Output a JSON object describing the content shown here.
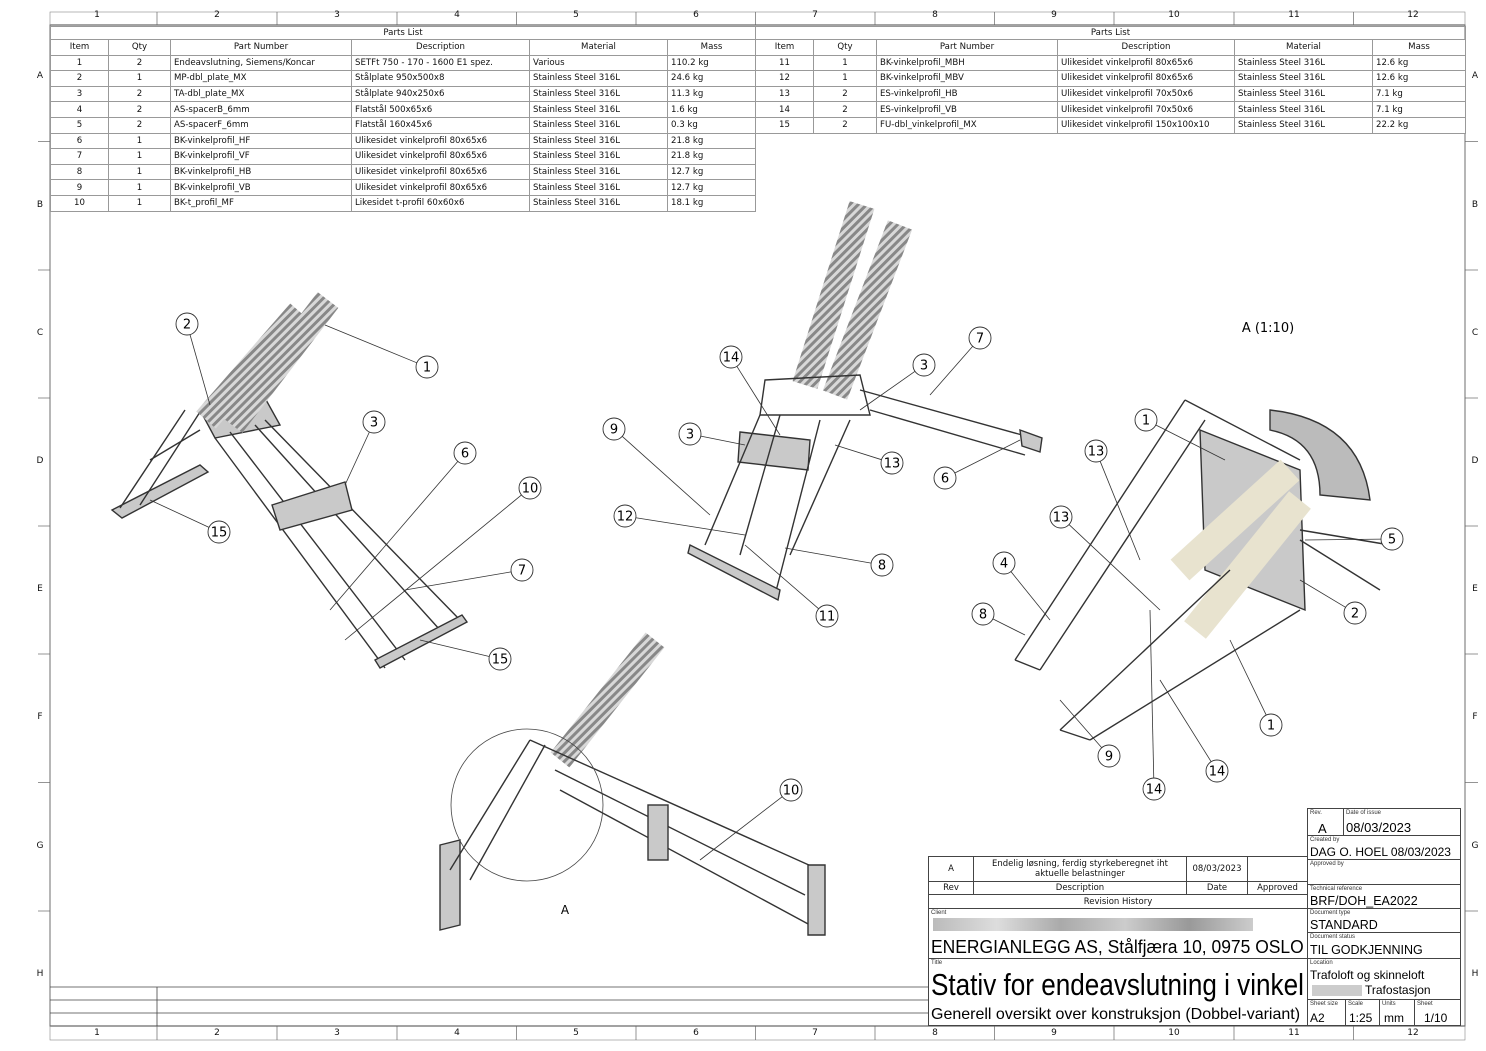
{
  "zones": {
    "columns": [
      "1",
      "2",
      "3",
      "4",
      "5",
      "6",
      "7",
      "8",
      "9",
      "10",
      "11",
      "12"
    ],
    "rows": [
      "A",
      "B",
      "C",
      "D",
      "E",
      "F",
      "G",
      "H"
    ]
  },
  "parts_list_left": {
    "title": "Parts List",
    "headers": [
      "Item",
      "Qty",
      "Part Number",
      "Description",
      "Material",
      "Mass"
    ],
    "rows": [
      [
        "1",
        "2",
        "Endeavslutning, Siemens/Koncar",
        "SETFt 750 - 170 - 1600 E1 spez.",
        "Various",
        "110.2 kg"
      ],
      [
        "2",
        "1",
        "MP-dbl_plate_MX",
        "Stålplate 950x500x8",
        "Stainless Steel 316L",
        "24.6 kg"
      ],
      [
        "3",
        "2",
        "TA-dbl_plate_MX",
        "Stålplate 940x250x6",
        "Stainless Steel 316L",
        "11.3 kg"
      ],
      [
        "4",
        "2",
        "AS-spacerB_6mm",
        "Flatstål 500x65x6",
        "Stainless Steel 316L",
        "1.6 kg"
      ],
      [
        "5",
        "2",
        "AS-spacerF_6mm",
        "Flatstål 160x45x6",
        "Stainless Steel 316L",
        "0.3 kg"
      ],
      [
        "6",
        "1",
        "BK-vinkelprofil_HF",
        "Ulikesidet vinkelprofil 80x65x6",
        "Stainless Steel 316L",
        "21.8 kg"
      ],
      [
        "7",
        "1",
        "BK-vinkelprofil_VF",
        "Ulikesidet vinkelprofil 80x65x6",
        "Stainless Steel 316L",
        "21.8 kg"
      ],
      [
        "8",
        "1",
        "BK-vinkelprofil_HB",
        "Ulikesidet vinkelprofil 80x65x6",
        "Stainless Steel 316L",
        "12.7 kg"
      ],
      [
        "9",
        "1",
        "BK-vinkelprofil_VB",
        "Ulikesidet vinkelprofil 80x65x6",
        "Stainless Steel 316L",
        "12.7 kg"
      ],
      [
        "10",
        "1",
        "BK-t_profil_MF",
        "Likesidet t-profil 60x60x6",
        "Stainless Steel 316L",
        "18.1 kg"
      ]
    ]
  },
  "parts_list_right": {
    "title": "Parts List",
    "headers": [
      "Item",
      "Qty",
      "Part Number",
      "Description",
      "Material",
      "Mass"
    ],
    "rows": [
      [
        "11",
        "1",
        "BK-vinkelprofil_MBH",
        "Ulikesidet vinkelprofil 80x65x6",
        "Stainless Steel 316L",
        "12.6 kg"
      ],
      [
        "12",
        "1",
        "BK-vinkelprofil_MBV",
        "Ulikesidet vinkelprofil 80x65x6",
        "Stainless Steel 316L",
        "12.6 kg"
      ],
      [
        "13",
        "2",
        "ES-vinkelprofil_HB",
        "Ulikesidet vinkelprofil 70x50x6",
        "Stainless Steel 316L",
        "7.1 kg"
      ],
      [
        "14",
        "2",
        "ES-vinkelprofil_VB",
        "Ulikesidet vinkelprofil 70x50x6",
        "Stainless Steel 316L",
        "7.1 kg"
      ],
      [
        "15",
        "2",
        "FU-dbl_vinkelprofil_MX",
        "Ulikesidet vinkelprofil 150x100x10",
        "Stainless Steel 316L",
        "22.2 kg"
      ]
    ]
  },
  "views": [
    {
      "balloons": [
        "2",
        "1",
        "3",
        "6",
        "10",
        "7",
        "15",
        "15"
      ]
    },
    {
      "balloons": [
        "14",
        "7",
        "3",
        "9",
        "3",
        "13",
        "6",
        "12",
        "8",
        "11"
      ]
    },
    {
      "balloons": [
        "1",
        "13",
        "13",
        "5",
        "4",
        "8",
        "2",
        "1",
        "9",
        "14",
        "14"
      ]
    },
    {
      "balloons": [
        "10"
      ],
      "detail_label": "A"
    }
  ],
  "detail_view_label": "A (1:10)",
  "revision_table": {
    "rows": [
      {
        "rev": "A",
        "description": "Endelig løsning, ferdig styrkeberegnet iht aktuelle belastninger",
        "date": "08/03/2023",
        "approved": ""
      }
    ],
    "headers": {
      "rev": "Rev",
      "description": "Description",
      "date": "Date",
      "approved": "Approved"
    },
    "caption": "Revision History"
  },
  "title_block": {
    "client_label": "Client",
    "client": "ENERGIANLEGG AS, Stålfjæra 10, 0975 OSLO",
    "title_label": "Title",
    "title": "Stativ for endeavslutning i vinkel",
    "subtitle": "Generell oversikt over konstruksjon (Dobbel-variant)",
    "rev_label": "Rev.",
    "rev": "A",
    "date_label": "Date of issue",
    "date": "08/03/2023",
    "created_label": "Created by",
    "created": "DAG O. HOEL  08/03/2023",
    "approved_label": "Approved by",
    "approved": "",
    "techref_label": "Technical reference",
    "techref": "BRF/DOH_EA2022",
    "doctype_label": "Document type",
    "doctype": "STANDARD",
    "docstatus_label": "Document status",
    "docstatus": "TIL GODKJENNING",
    "location_label": "Location",
    "location_1": "Trafoloft og skinneloft",
    "location_2": "Trafostasjon",
    "sheetsize_label": "Sheet size",
    "sheetsize": "A2",
    "scale_label": "Scale",
    "scale": "1:25",
    "units_label": "Units",
    "units": "mm",
    "sheet_label": "Sheet",
    "sheet": "1/10"
  }
}
